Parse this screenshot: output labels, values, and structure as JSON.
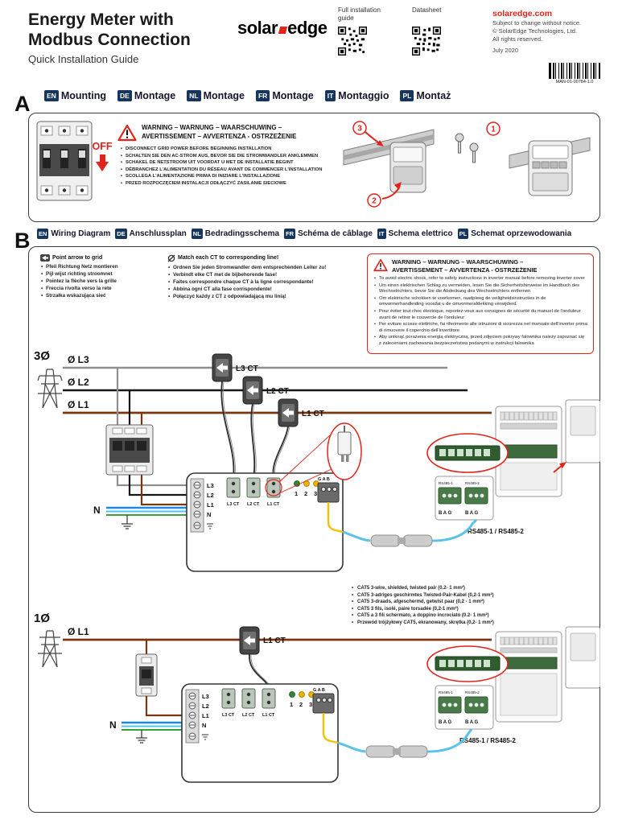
{
  "header": {
    "title_line1": "Energy Meter with",
    "title_line2": "Modbus Connection",
    "subtitle": "Quick Installation Guide",
    "logo": {
      "part1": "solar",
      "part2": "edge"
    },
    "qr1_label": "Full installation guide",
    "qr2_label": "Datasheet",
    "website": "solaredge.com",
    "notice_lines": [
      "Subject to change without notice.",
      "© SolarEdge Technologies, Ltd.",
      "All rights reserved."
    ],
    "date": "July 2020",
    "barcode_text": "MAN-01-00784-1.0"
  },
  "section_a": {
    "letter": "A",
    "langs": [
      {
        "code": "EN",
        "label": "Mounting"
      },
      {
        "code": "DE",
        "label": "Montage"
      },
      {
        "code": "NL",
        "label": "Montage"
      },
      {
        "code": "FR",
        "label": "Montage"
      },
      {
        "code": "IT",
        "label": "Montaggio"
      },
      {
        "code": "PL",
        "label": "Montaż"
      }
    ],
    "off_label": "OFF",
    "warning_title_line1": "WARNING – WARNUNG – WAARSCHUWING –",
    "warning_title_line2": "AVERTISSEMENT – AVVERTENZA - OSTRZEŻENIE",
    "warnings": [
      "DISCONNECT GRID POWER BEFORE BEGINNING INSTALLATION",
      "SCHALTEN SIE DEN AC-STROM AUS, BEVOR SIE DIE STROMWANDLER ANKLEMMEN",
      "SCHAKEL DE NETSTROOM UIT VOORDAT U MET DE INSTALLATIE BEGINT",
      "DÉBRANCHEZ L'ALIMENTATION DU RÉSEAU AVANT DE COMMENCER L'INSTALLATION",
      "SCOLLEGA L'ALIMENTAZIONE PRIMA DI INIZIARE L'INSTALLAZIONE",
      "PRZED ROZPOCZĘCIEM INSTALACJI ODŁĄCZYĆ ZASILANIE SIECIOWE"
    ],
    "steps": [
      "1",
      "2",
      "3"
    ]
  },
  "section_b": {
    "letter": "B",
    "langs": [
      {
        "code": "EN",
        "label": "Wiring Diagram"
      },
      {
        "code": "DE",
        "label": "Anschlussplan"
      },
      {
        "code": "NL",
        "label": "Bedradingsschema"
      },
      {
        "code": "FR",
        "label": "Schéma de câblage"
      },
      {
        "code": "IT",
        "label": "Schema elettrico"
      },
      {
        "code": "PL",
        "label": "Schemat oprzewodowania"
      }
    ],
    "point_arrow": {
      "title": "Point arrow to grid",
      "items": [
        "Pfeil Richtung Netz montieren",
        "Pijl wijst richting stroomnet",
        "Pointez la flèche vers la grille",
        "Freccia rivolta verso la rete",
        "Strzałka wskazująca sieć"
      ]
    },
    "match_ct": {
      "title": "Match each CT to corresponding line!",
      "items": [
        "Ordnen Sie jeden Stromwandler dem entsprechenden Leiter zu!",
        "Verbindt elke CT met de bijbehorende fase!",
        "Faites correspondre chaque CT à la ligne correspondante!",
        "Abbina ogni CT alla fase corrispondente!",
        "Połączyć każdy z CT z odpowiadającą mu linią!"
      ]
    },
    "warning_title_line1": "WARNING – WARNUNG – WAARSCHUWING –",
    "warning_title_line2": "AVERTISSEMENT – AVVERTENZA - OSTRZEŻENIE",
    "warnings": [
      "To avoid electric shock, refer to safety instructions in inverter manual before removing inverter cover",
      "Um einen elektrischen Schlag zu vermeiden, lesen Sie die Sicherheitshinweise im Handbuch des Wechselrichters, bevor Sie die Abdeckung des Wechselrichters entfernen",
      "Om elektrische schokken te voorkomen, raadpleeg de veiligheidsinstructies in de omvormerhandleiding voordat u de omvormerafdekking verwijderd.",
      "Pour éviter tout choc électrique, reportez-vous aux consignes de sécurité du manuel de l'onduleur avant de retirer le couvercle de l'onduleur",
      "Per evitare scosse elettriche, fai riferimento alle istruzioni di sicurezza nel manuale dell'inverter prima di rimuovere il coperchio dell'invertitore",
      "Aby uniknąć porażenia energią elektryczną, przed zdjęciem pokrywy falownika należy zapoznać się z zaleceniami zachowania bezpieczeństwa podanymi w instrukcji falownika"
    ],
    "cable_notes": [
      "CAT5 3-wire, shielded, twisted pair (0.2- 1 mm²)",
      "CAT5 3-adriges geschirmtes Twisted-Pair-Kabel (0,2-1 mm²)",
      "CAT5 3-draads, afgeschermd, getwist paar (0,2 - 1 mm²)",
      "CAT5 3 fils, isolé, paire torsadée (0,2-1 mm²)",
      "CAT5 a 3 fili schermato, a doppino incrociato (0.2- 1 mm²)",
      "Przewód trójżyłowy CAT5, ekranowany, skrętka (0,2- 1 mm²)"
    ],
    "three_phase": {
      "label": "3Ø",
      "line_labels": [
        "Ø L3",
        "Ø L2",
        "Ø L1"
      ],
      "ct_labels": [
        "L3 CT",
        "L2 CT",
        "L1 CT"
      ],
      "neutral_label": "N",
      "rs485_caption": "RS485-1 / RS485-2"
    },
    "single_phase": {
      "label": "1Ø",
      "line_label": "Ø L1",
      "ct_label": "L1 CT",
      "neutral_label": "N",
      "rs485_caption": "RS485-1 / RS485-2"
    },
    "meter": {
      "terminals": [
        "L3",
        "L2",
        "L1",
        "N"
      ],
      "ct_terminal_labels": [
        "L3 CT",
        "L2 CT",
        "L1 CT"
      ],
      "led_labels": [
        "1",
        "2",
        "3"
      ],
      "gab_label": "G A B",
      "connector_labels": [
        "RS485-1",
        "RS485-2"
      ],
      "pin_labels": [
        "B A G",
        "B A G"
      ]
    }
  },
  "colors": {
    "accent_red": "#e2231a",
    "badge_navy": "#17365d",
    "line_l3_gray": "#8f8f8f",
    "line_l2_black": "#161616",
    "line_l1_brown": "#7a370f",
    "neutral_blue": "#1e88e5",
    "neutral_cyan": "#4fc3f7",
    "ground_green": "#3aa13a",
    "rs485_cable_blue": "#59c2ea",
    "wire_yellow": "#f2c200"
  }
}
